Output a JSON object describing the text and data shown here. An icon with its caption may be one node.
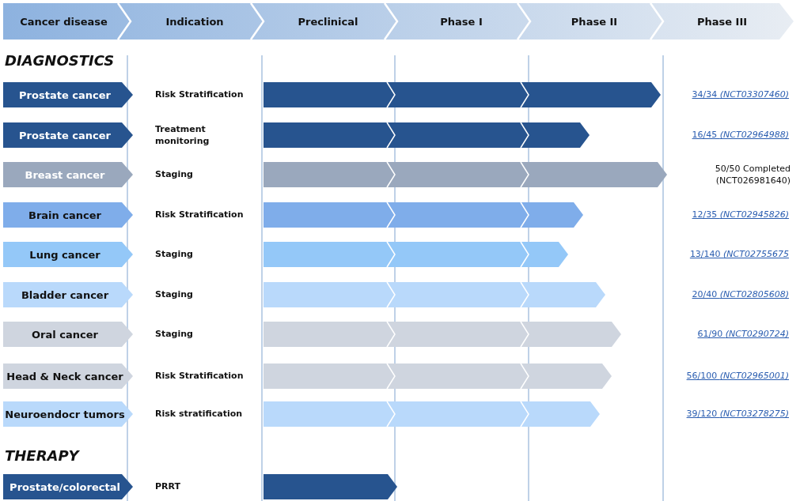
{
  "diagram": {
    "nodes": [
      {
        "text": [
          "Cancer disease"
        ]
      },
      {
        "text": [
          "Indication"
        ]
      },
      {
        "text": [
          "Preclinical"
        ]
      },
      {
        "text": [
          "Phase I"
        ]
      },
      {
        "text": [
          "Phase II"
        ]
      },
      {
        "text": [
          "Phase III"
        ]
      },
      {
        "text": [
          "Prostate cancer"
        ],
        "beside": [
          "Risk Stratification"
        ]
      },
      {
        "text": [],
        "shape": "bar"
      },
      {
        "text": [
          "Prostate cancer"
        ],
        "beside": [
          "Treatment monitoring"
        ]
      },
      {
        "text": [],
        "shape": "bar"
      },
      {
        "text": [
          "Breast cancer"
        ],
        "beside": [
          "Staging"
        ]
      },
      {
        "text": [],
        "shape": "bar"
      },
      {
        "text": [
          "Brain cancer"
        ],
        "beside": [
          "Risk Stratification"
        ]
      },
      {
        "text": [],
        "shape": "bar"
      },
      {
        "text": [
          "Lung cancer"
        ],
        "beside": [
          "Staging"
        ]
      },
      {
        "text": [],
        "shape": "bar"
      },
      {
        "text": [
          "Bladder cancer"
        ],
        "beside": [
          "Staging"
        ]
      },
      {
        "text": [],
        "shape": "bar"
      },
      {
        "text": [
          "Oral cancer"
        ],
        "beside": [
          "Staging"
        ]
      },
      {
        "text": [],
        "shape": "bar"
      },
      {
        "text": [
          "Head & Neck cancer"
        ],
        "beside": [
          "Risk Stratification"
        ]
      },
      {
        "text": [],
        "shape": "bar"
      },
      {
        "text": [
          "Neuroendocr tumors"
        ],
        "beside": [
          "Risk stratification"
        ]
      },
      {
        "text": [],
        "shape": "bar"
      },
      {
        "text": [
          "Prostate/colorectal"
        ],
        "beside": [
          "PRRT"
        ]
      },
      {
        "text": [],
        "shape": "bar"
      }
    ],
    "labels": [
      "DIAGNOSTICS",
      "34/34 *(NCT03307460)*",
      "16/45 *(NCT02964988)*",
      "50/50 Completed (NCT026981640)",
      "12/35 *(NCT02945826)*",
      "13/140 *(NCT02755675*",
      "20/40 *(NCT02805608)*",
      "61/90 *(NCT0290724)*",
      "56/100 *(NCT02965001)*",
      "39/120 *(NCT03278275)*",
      "THERAPY"
    ]
  }
}
